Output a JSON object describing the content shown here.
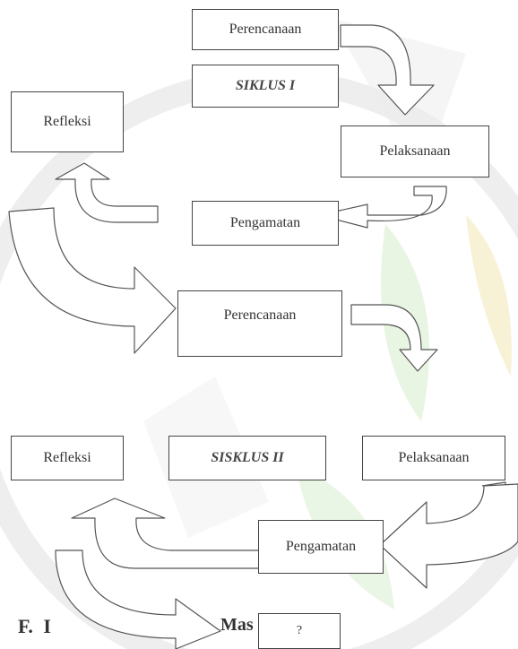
{
  "colors": {
    "box_border": "#444444",
    "arrow_stroke": "#555555",
    "watermark": "#b8b8b8",
    "watermark_leaf": "#d9efd0",
    "watermark_gold": "#f4ecc4"
  },
  "diagram": {
    "cycle1": {
      "label": "SIKLUS I",
      "planning": "Perencanaan",
      "action": "Pelaksanaan",
      "observation": "Pengamatan",
      "reflection": "Refleksi"
    },
    "cycle2": {
      "label": "SISKLUS II",
      "planning": "Perencanaan",
      "action": "Pelaksanaan",
      "observation": "Pengamatan",
      "reflection": "Refleksi"
    },
    "trailing_box": "?"
  },
  "heading": {
    "letter": "F.",
    "fragment_1": "I",
    "fragment_2": "Mas"
  }
}
